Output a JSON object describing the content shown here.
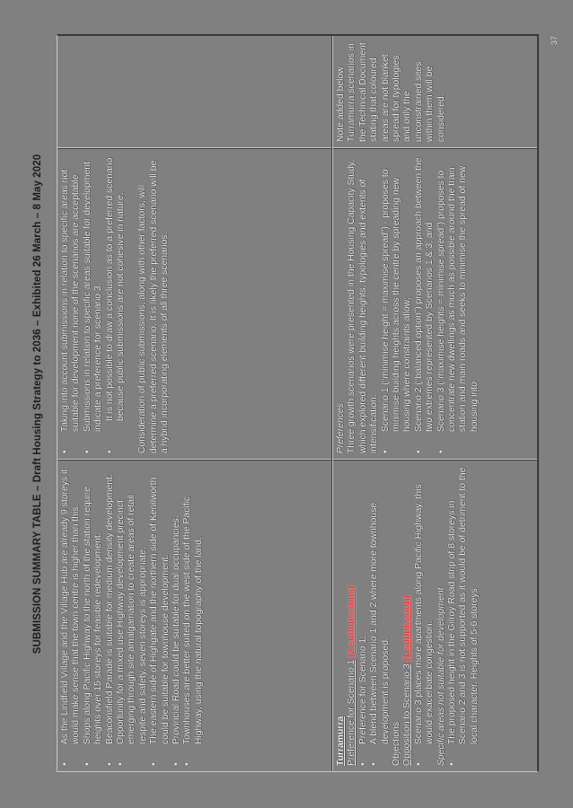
{
  "document": {
    "title": "SUBMISSION SUMMARY TABLE – Draft Housing Strategy to 2036 – Exhibited 26 March – 8 May 2020",
    "page_number": "37"
  },
  "table": {
    "row1": {
      "submissions": {
        "bullets": [
          "As the Lindfield Village and the Village Hub are already 9 storeys it would make sense that the town centre is higher than this.",
          "Shops along Pacific Highway to the north of the station require heights over 15 storeys for feasible redevelopment.",
          "Beaconsfield Parade is suitable for medium density development.",
          "Opportunity for a mixed use Highway development precinct emerging through site amalgamation to create areas of retail respite and safety, seven storeys is appropriate.",
          "The eastern side of Highgate and the northern side of Kenilworth could be suitable for townhouse development.",
          "Provincial Road could be suitable for dual occupancies.",
          "Townhouses are better suited on the west side of the Pacific Highway, using the natural topography of the land."
        ]
      },
      "response": {
        "bullets": [
          "Taking into account submissions in relation to specific areas not suitable for development none of the scenarios are acceptable",
          "Submissions in relation to specific areas suitable for development indicate a preference for scenario 3.",
          "It is not possible to draw a conclusion as to a preferred scenario because public submissions are not cohesive in nature."
        ],
        "paragraph": "Consideration of public submissions, along with other factors, will determine a preferred scenario. It is likely the preferred scenario will be a hybrid incorporating elements of all three scenarios."
      },
      "note": ""
    },
    "row2": {
      "submissions": {
        "location": "Turramurra",
        "preferences_heading": "Preference for Scenario 1",
        "preferences_count": "(2 submissions)",
        "preference_bullets": [
          "Preference for Scenario 1;",
          "A blend between Scenario 1 and 2 where more townhouse development is proposed."
        ],
        "objections_heading": "Objections",
        "opposition_heading": "Opposition to Scenario 3",
        "opposition_count": "(1 submission)",
        "opposition_bullets": [
          "Scenario 3 places more apartments along Pacific Highway, this would exacerbate congestion."
        ],
        "specific_heading": "Specific areas not suitable for development",
        "specific_bullets": [
          "The proposed height in the Gilroy Road strip of 8 storeys in Scenario 2 and 3 is not supported as it would be of detriment to the local character. Heights of 5-6 storeys"
        ]
      },
      "response": {
        "heading": "Preferences",
        "intro": "Three growth scenarios were presented in the Housing Capacity Study, which explored different building heights, typologies and extents of intensification:",
        "bullets": [
          "Scenario 1 (“minimise height = maximise spread”) - proposes to minimise building heights across the centre by spreading new housing where constraints allow;",
          "Scenario 2 (“balanced option”) proposes an approach between the two extremes represented by Scenarios 1 & 3; and",
          "Scenario 3 (“maximise heights = minimise spread”) proposes to concentrate new dwellings as much as possible around the train station and main roads and seeks to minimise the spread of new housing into"
        ]
      },
      "note": "Note added below Turramurra scenarios in the Technical Document stating that coloured areas are not blanket spread for typologies, and only the unconstrained sites within them will be considered."
    }
  }
}
